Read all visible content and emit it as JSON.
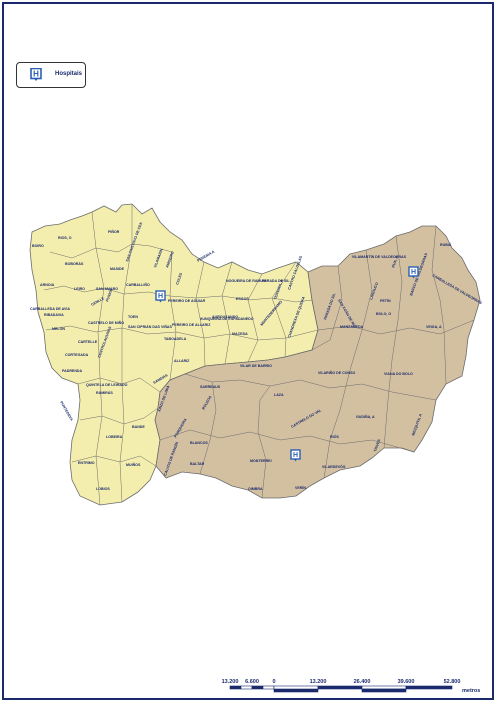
{
  "legend": {
    "icon": "hospital-icon",
    "label": "Hospitais"
  },
  "colors": {
    "western_zone": "#f4eeae",
    "eastern_zone": "#d3c0a1",
    "border": "#6b6b6b",
    "label": "#1a2a6c",
    "hospital_icon": "#2b5fb3",
    "frame": "#1a2a6c"
  },
  "municipalities": [
    "RIOS, O",
    "PIÑOR",
    "BOIRO",
    "BOBORÁS",
    "SAN CRISTOVO DE CEA",
    "ARNOIA",
    "AMOEIRO",
    "PEREIRA A",
    "NOGUEIRA DE RAMUIN",
    "CARBALLEDA DE AVIA",
    "LEIRO",
    "SAN AMARO",
    "MASIDE",
    "VILAMARÍN",
    "COLES",
    "RIBADAVIA",
    "CENLLE",
    "CARBALLIÑO",
    "PEREIRO DE AGUIAR",
    "ESGOS",
    "PARADA DE SIL",
    "MELÓN",
    "CASTRELO DE MIÑO",
    "TOEN",
    "SAN CIPRIÁN DAS VIÑAS",
    "PUNXÍN",
    "PEREIRO DE ALLARIZ",
    "AUROUSANDO",
    "XUNQUEIRA DE ESPADANEDO",
    "MACEDA",
    "CARTELLE",
    "CORTEGADA",
    "CENTROLAGUNAS",
    "TABOADELA",
    "ALLARIZ",
    "BALTAR",
    "PADRENDA",
    "RAMIRÁS",
    "SANDIAS",
    "QUINTELA DE LEIRADO",
    "PONTEDEVA",
    "VERÍN",
    "XINZO DE LIMIA",
    "VILAR DE BARRIO",
    "VILARIÑO DE CONSO",
    "TRIVES",
    "VIANA DO BOLO",
    "GUDIÑA, A",
    "RIÓS",
    "VILARDEVÓS",
    "MONTERREI",
    "OIMBRA",
    "CASTRELO DO VAL",
    "LAZA",
    "SARREAUS",
    "MANZANEDA",
    "BOLO, O",
    "PETÍN",
    "RUBIÁ",
    "VEIGA, A",
    "ENTRIMO",
    "LOBIOS",
    "MUIÑOS",
    "LOBEIRA",
    "BANDE",
    "CALVOS DE RANDÍN",
    "BLANCOS",
    "PORQUEIRA",
    "ROUZOS",
    "VILAMARTÍN DE VALDEORRAS",
    "BARCO DE VALDEORRAS",
    "CARBALLEDA DE VALDEORRAS",
    "LAROUCO",
    "RUA, A",
    "CHANDREXA DE QUEIXA",
    "MONTEDERRAMO",
    "CASTRO CALDELAS",
    "TEIXEIRA, A",
    "PARADA DO SIL",
    "SAN XOÁN DE RÍO",
    "MEZQUITA, A"
  ],
  "scale": {
    "labels": [
      "13.200",
      "6.600",
      "0",
      "13.200",
      "26.400",
      "39.600",
      "52.800"
    ],
    "unit": "metros"
  }
}
